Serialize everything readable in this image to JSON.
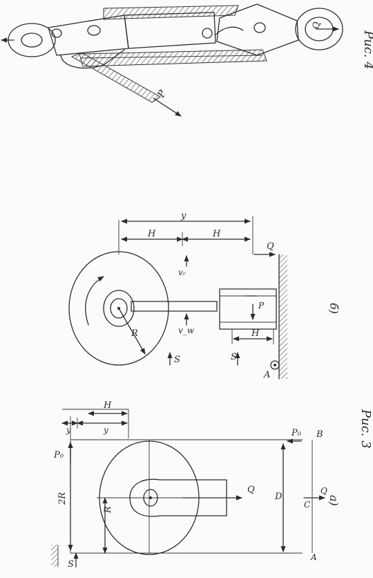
{
  "figure4": {
    "caption": "Рис. 4",
    "labels": {
      "P": "P",
      "Q": "Q"
    }
  },
  "figure3": {
    "caption": "Рис. 3",
    "part_a": {
      "sub_label": "а)",
      "labels": {
        "P0_top": "P₀",
        "P0_bottom": "P₀",
        "S": "S",
        "Q": "Q",
        "Q_axis": "Q",
        "twoR": "2R",
        "R": "R",
        "D": "D",
        "H": "H",
        "y1": "y",
        "y2": "y",
        "A": "A",
        "B": "B",
        "C": "C"
      }
    },
    "part_b": {
      "sub_label": "б)",
      "labels": {
        "y": "y",
        "H1": "H",
        "H2": "H",
        "H3": "H",
        "Q": "Q",
        "P": "P",
        "S1": "S",
        "S2": "S",
        "R": "R",
        "v_r": "vᵣ",
        "v_w": "v_w",
        "A": "A"
      }
    }
  }
}
